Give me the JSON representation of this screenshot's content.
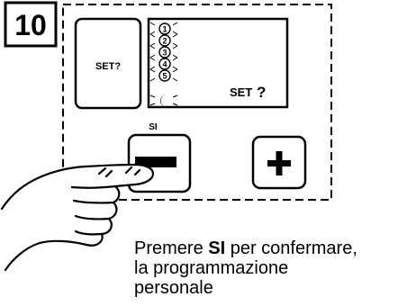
{
  "step": {
    "number": "10"
  },
  "set_button": {
    "label": "SET?"
  },
  "display": {
    "programs": [
      "1",
      "2",
      "3",
      "4",
      "5"
    ],
    "moon_icon": "moon-icon",
    "sun_icon": "sun-icon",
    "status_text": "SET",
    "status_mark": "?"
  },
  "si_label": "SI",
  "minus_button": {
    "symbol": "minus"
  },
  "plus_button": {
    "symbol": "plus"
  },
  "caption": {
    "part1": "Premere ",
    "bold": "SI",
    "part2": " per confermare,",
    "line2": "la programmazione",
    "line3": "personale"
  }
}
